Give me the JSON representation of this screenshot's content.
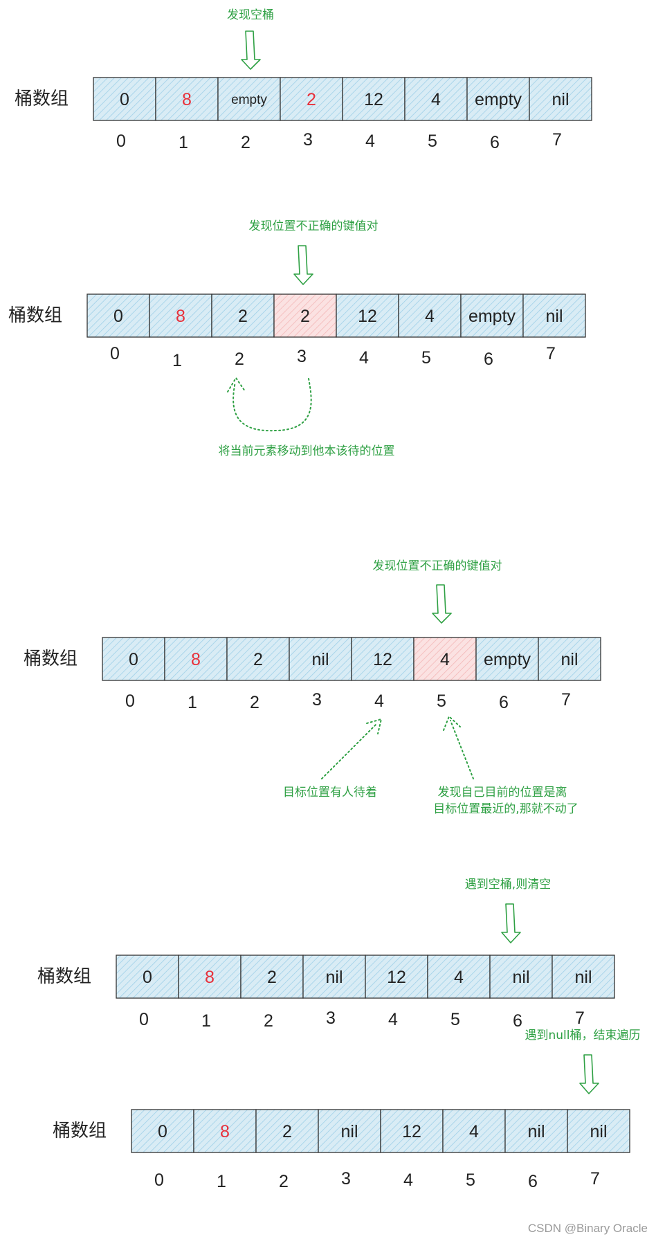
{
  "colors": {
    "cell_fill": "#d9ecf5",
    "cell_highlight_fill": "#fbe2e2",
    "hatch": "#9fd0e8",
    "hatch_highlight": "#f3b7b7",
    "red_value": "#e8303a",
    "annotation_green": "#2ea043"
  },
  "rows": [
    {
      "label": "桶数组",
      "cells": [
        {
          "value": "0"
        },
        {
          "value": "8",
          "red": true
        },
        {
          "value": "empty",
          "small": true
        },
        {
          "value": "2",
          "red": true
        },
        {
          "value": "12"
        },
        {
          "value": "4"
        },
        {
          "value": "empty"
        },
        {
          "value": "nil"
        }
      ],
      "indices": [
        "0",
        "1",
        "2",
        "3",
        "4",
        "5",
        "6",
        "7"
      ]
    },
    {
      "label": "桶数组",
      "cells": [
        {
          "value": "0"
        },
        {
          "value": "8",
          "red": true
        },
        {
          "value": "2"
        },
        {
          "value": "2",
          "highlight": true
        },
        {
          "value": "12"
        },
        {
          "value": "4"
        },
        {
          "value": "empty"
        },
        {
          "value": "nil"
        }
      ],
      "indices": [
        "0",
        "1",
        "2",
        "3",
        "4",
        "5",
        "6",
        "7"
      ]
    },
    {
      "label": "桶数组",
      "cells": [
        {
          "value": "0"
        },
        {
          "value": "8",
          "red": true
        },
        {
          "value": "2"
        },
        {
          "value": "nil"
        },
        {
          "value": "12"
        },
        {
          "value": "4",
          "highlight": true
        },
        {
          "value": "empty"
        },
        {
          "value": "nil"
        }
      ],
      "indices": [
        "0",
        "1",
        "2",
        "3",
        "4",
        "5",
        "6",
        "7"
      ]
    },
    {
      "label": "桶数组",
      "cells": [
        {
          "value": "0"
        },
        {
          "value": "8",
          "red": true
        },
        {
          "value": "2"
        },
        {
          "value": "nil"
        },
        {
          "value": "12"
        },
        {
          "value": "4"
        },
        {
          "value": "nil"
        },
        {
          "value": "nil"
        }
      ],
      "indices": [
        "0",
        "1",
        "2",
        "3",
        "4",
        "5",
        "6",
        "7"
      ]
    },
    {
      "label": "桶数组",
      "cells": [
        {
          "value": "0"
        },
        {
          "value": "8",
          "red": true
        },
        {
          "value": "2"
        },
        {
          "value": "nil"
        },
        {
          "value": "12"
        },
        {
          "value": "4"
        },
        {
          "value": "nil"
        },
        {
          "value": "nil"
        }
      ],
      "indices": [
        "0",
        "1",
        "2",
        "3",
        "4",
        "5",
        "6",
        "7"
      ]
    }
  ],
  "annotations": [
    {
      "id": "found-empty-bucket",
      "text": "发现空桶"
    },
    {
      "id": "found-misplaced-pair-1",
      "text": "发现位置不正确的键值对"
    },
    {
      "id": "move-to-proper-slot",
      "text": "将当前元素移动到他本该待的位置"
    },
    {
      "id": "found-misplaced-pair-2",
      "text": "发现位置不正确的键值对"
    },
    {
      "id": "target-occupied",
      "text": "目标位置有人待着"
    },
    {
      "id": "closest-stay-line1",
      "text": "发现自己目前的位置是离"
    },
    {
      "id": "closest-stay-line2",
      "text": "目标位置最近的,那就不动了"
    },
    {
      "id": "empty-bucket-clear",
      "text": "遇到空桶,则清空"
    },
    {
      "id": "nil-bucket-end",
      "text": "遇到null桶，结束遍历"
    }
  ],
  "watermark": "CSDN @Binary Oracle"
}
